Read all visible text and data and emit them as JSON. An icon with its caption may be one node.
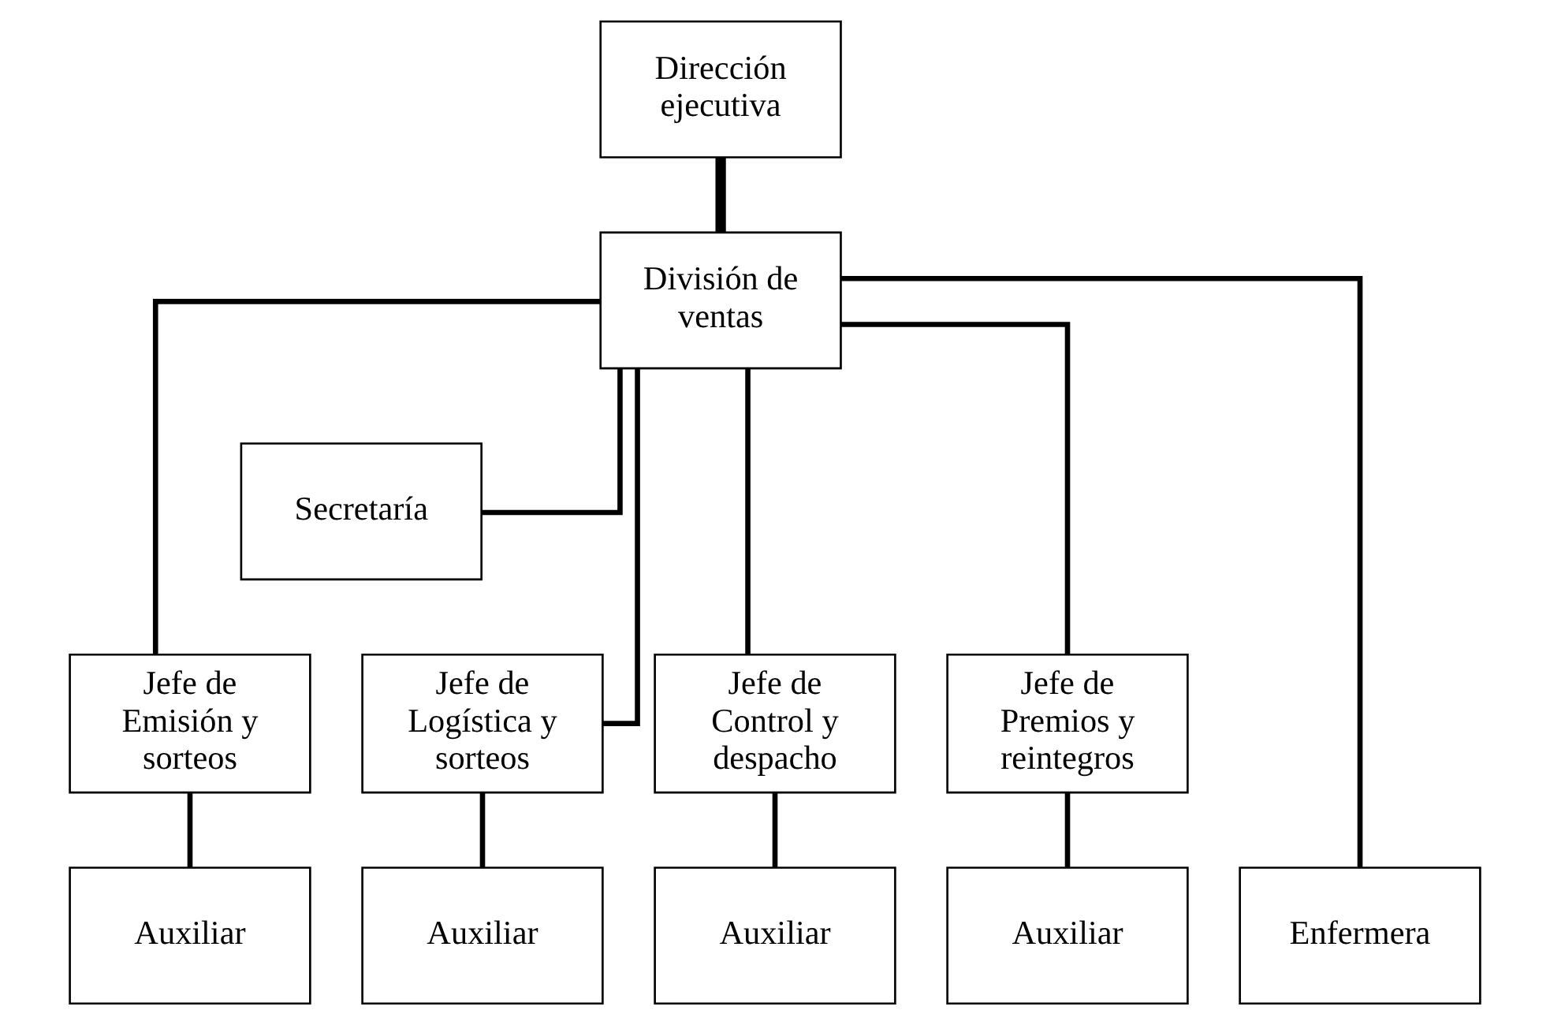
{
  "diagram": {
    "nodes": [
      {
        "text": [
          "Dirección ejecutiva"
        ]
      },
      {
        "text": [
          "División de ventas"
        ]
      },
      {
        "text": [
          "Secretaría"
        ]
      },
      {
        "text": [
          "Jefe de Emisión y sorteos"
        ]
      },
      {
        "text": [
          "Jefe de Logística y sorteos"
        ]
      },
      {
        "text": [
          "Jefe de Control y despacho"
        ]
      },
      {
        "text": [
          "Jefe de Premios y reintegros"
        ]
      },
      {
        "text": [
          "Auxiliar"
        ]
      },
      {
        "text": [
          "Auxiliar"
        ]
      },
      {
        "text": [
          "Enfermera"
        ]
      },
      {
        "text": [
          "Auxiliar"
        ]
      },
      {
        "text": [
          "Auxiliar"
        ]
      }
    ],
    "edges": [
      {
        "from": 0,
        "to": 1,
        "arrow": "none",
        "style": "thick"
      },
      {
        "from": 1,
        "to": 2,
        "arrow": "none"
      },
      {
        "from": 1,
        "to": 3,
        "arrow": "none"
      },
      {
        "from": 1,
        "to": 4,
        "arrow": "none"
      },
      {
        "from": 1,
        "to": 9,
        "arrow": "none"
      },
      {
        "from": 1,
        "to": 5,
        "arrow": "none"
      },
      {
        "from": 1,
        "to": 6,
        "arrow": "none"
      },
      {
        "from": 3,
        "to": 7,
        "arrow": "none"
      },
      {
        "from": 4,
        "to": 8,
        "arrow": "none"
      },
      {
        "from": 5,
        "to": 10,
        "arrow": "none"
      },
      {
        "from": 6,
        "to": 11,
        "arrow": "none"
      }
    ]
  }
}
